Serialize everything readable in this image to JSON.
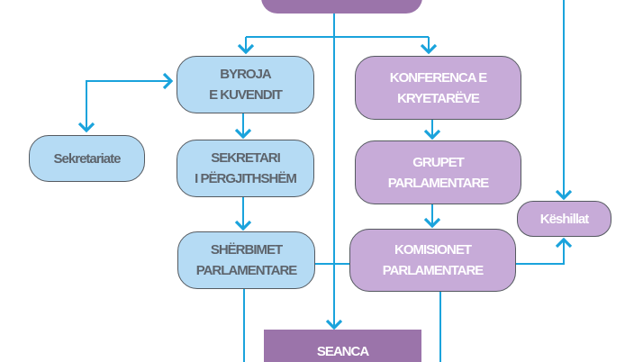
{
  "colors": {
    "line": "#1aa3dc",
    "blue_box": "#b5dbf4",
    "purple_box": "#c7abd8",
    "dark_box": "#9b74aa"
  },
  "nodes": {
    "byroja": [
      "BYROJA",
      "E KUVENDIT"
    ],
    "konferenca": [
      "KONFERENCA E",
      "KRYETARËVE"
    ],
    "sekretariate": [
      "Sekretariate"
    ],
    "sekretari": [
      "SEKRETARI",
      "I PËRGJITHSHËM"
    ],
    "grupet": [
      "GRUPET",
      "PARLAMENTARE"
    ],
    "keshillat": [
      "Këshillat"
    ],
    "sherbimet": [
      "SHËRBIMET",
      "PARLAMENTARE"
    ],
    "komisionet": [
      "KOMISIONET",
      "PARLAMENTARE"
    ],
    "seanca": [
      "SEANCA"
    ]
  }
}
